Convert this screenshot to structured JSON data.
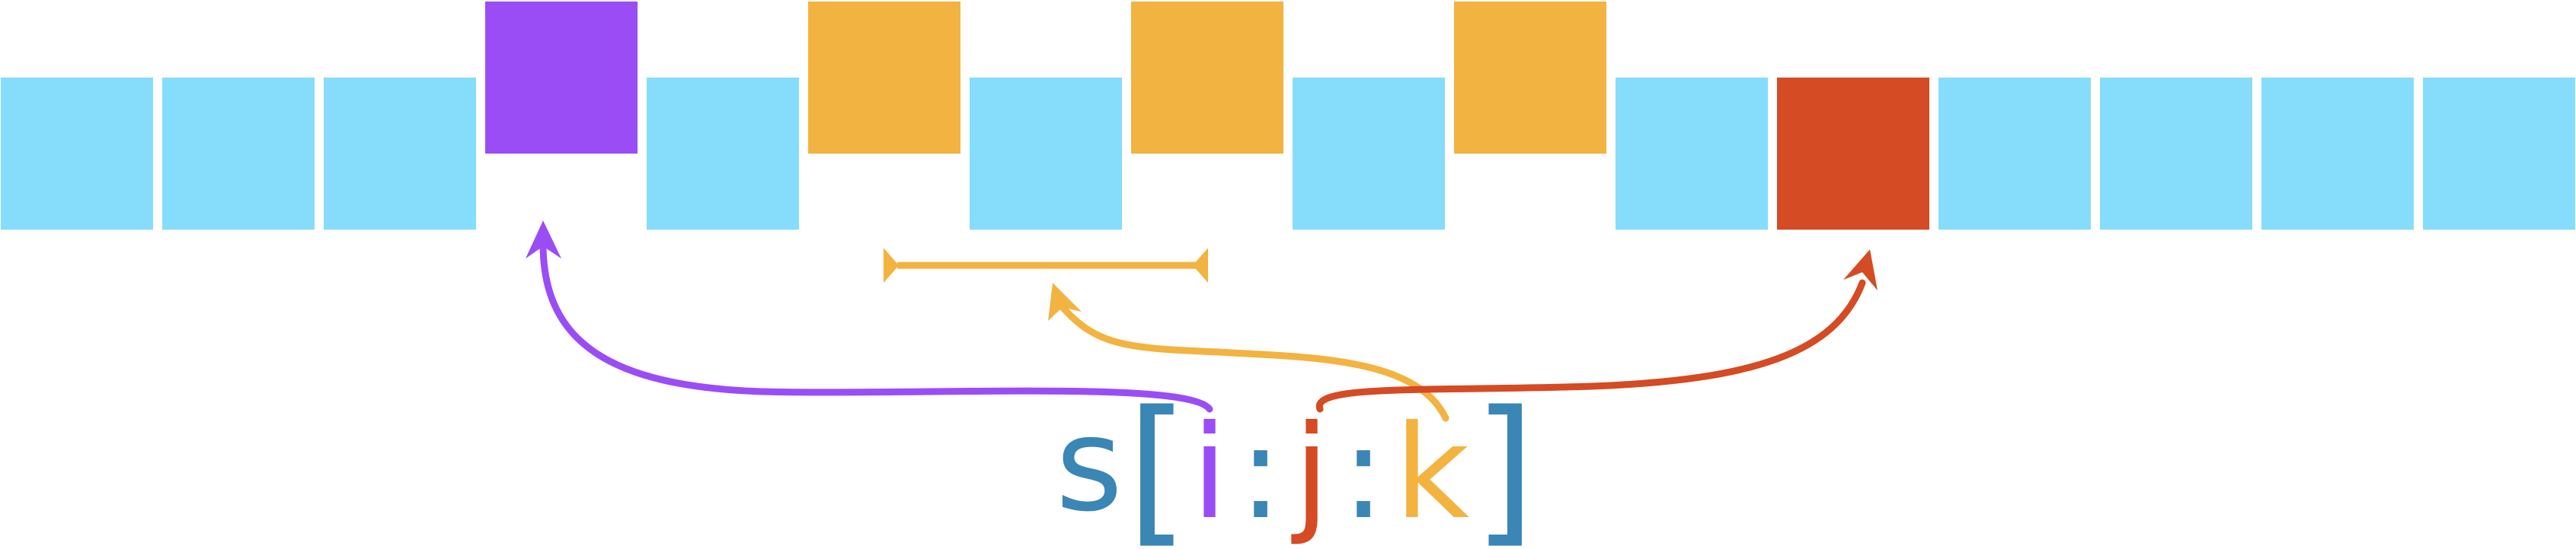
{
  "colors": {
    "cell": "#86dcfb",
    "start": "#9b4df5",
    "step": "#f2b340",
    "stop": "#d44b24",
    "bracket": "#3a86b5",
    "name": "#3a86b5",
    "colon": "#3a86b5"
  },
  "cells": [
    {
      "role": "element"
    },
    {
      "role": "element"
    },
    {
      "role": "element"
    },
    {
      "role": "start"
    },
    {
      "role": "element"
    },
    {
      "role": "step"
    },
    {
      "role": "element"
    },
    {
      "role": "step"
    },
    {
      "role": "element"
    },
    {
      "role": "step"
    },
    {
      "role": "element"
    },
    {
      "role": "stop"
    },
    {
      "role": "element"
    },
    {
      "role": "element"
    },
    {
      "role": "element"
    },
    {
      "role": "element"
    }
  ],
  "expression": {
    "name": "s",
    "open_bracket": "[",
    "start": "i",
    "sep1": ":",
    "stop": "j",
    "sep2": ":",
    "step": "k",
    "close_bracket": "]"
  }
}
